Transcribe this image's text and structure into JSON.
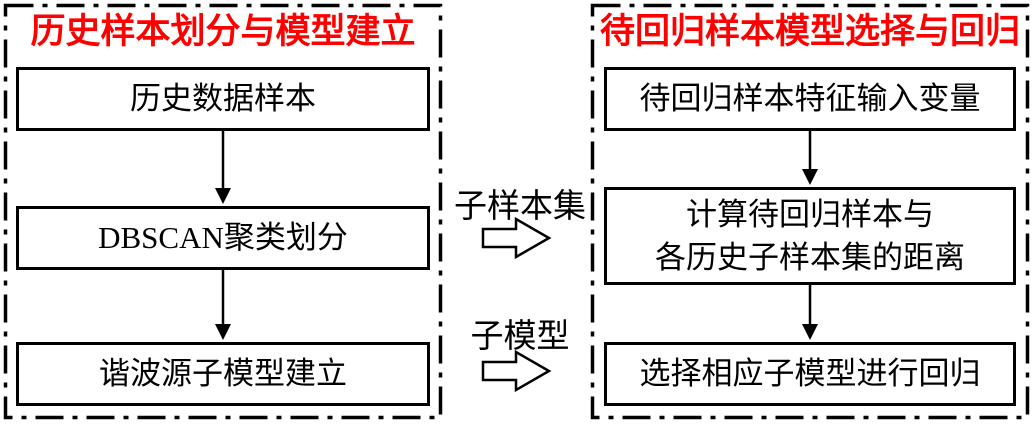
{
  "diagram": {
    "left_panel": {
      "title": "历史样本划分与模型建立",
      "boxes": [
        {
          "label": "历史数据样本"
        },
        {
          "label": "DBSCAN聚类划分"
        },
        {
          "label": "谐波源子模型建立"
        }
      ]
    },
    "right_panel": {
      "title": "待回归样本模型选择与回归",
      "boxes": [
        {
          "label": "待回归样本特征输入变量"
        },
        {
          "line1": "计算待回归样本与",
          "line2": "各历史子样本集的距离"
        },
        {
          "label": "选择相应子模型进行回归"
        }
      ]
    },
    "connectors": [
      {
        "label": "子样本集",
        "icon": "block-arrow-right"
      },
      {
        "label": "子模型",
        "icon": "block-arrow-right"
      }
    ],
    "colors": {
      "title_red": "#ff0000",
      "line_black": "#000000",
      "background": "#ffffff"
    }
  }
}
